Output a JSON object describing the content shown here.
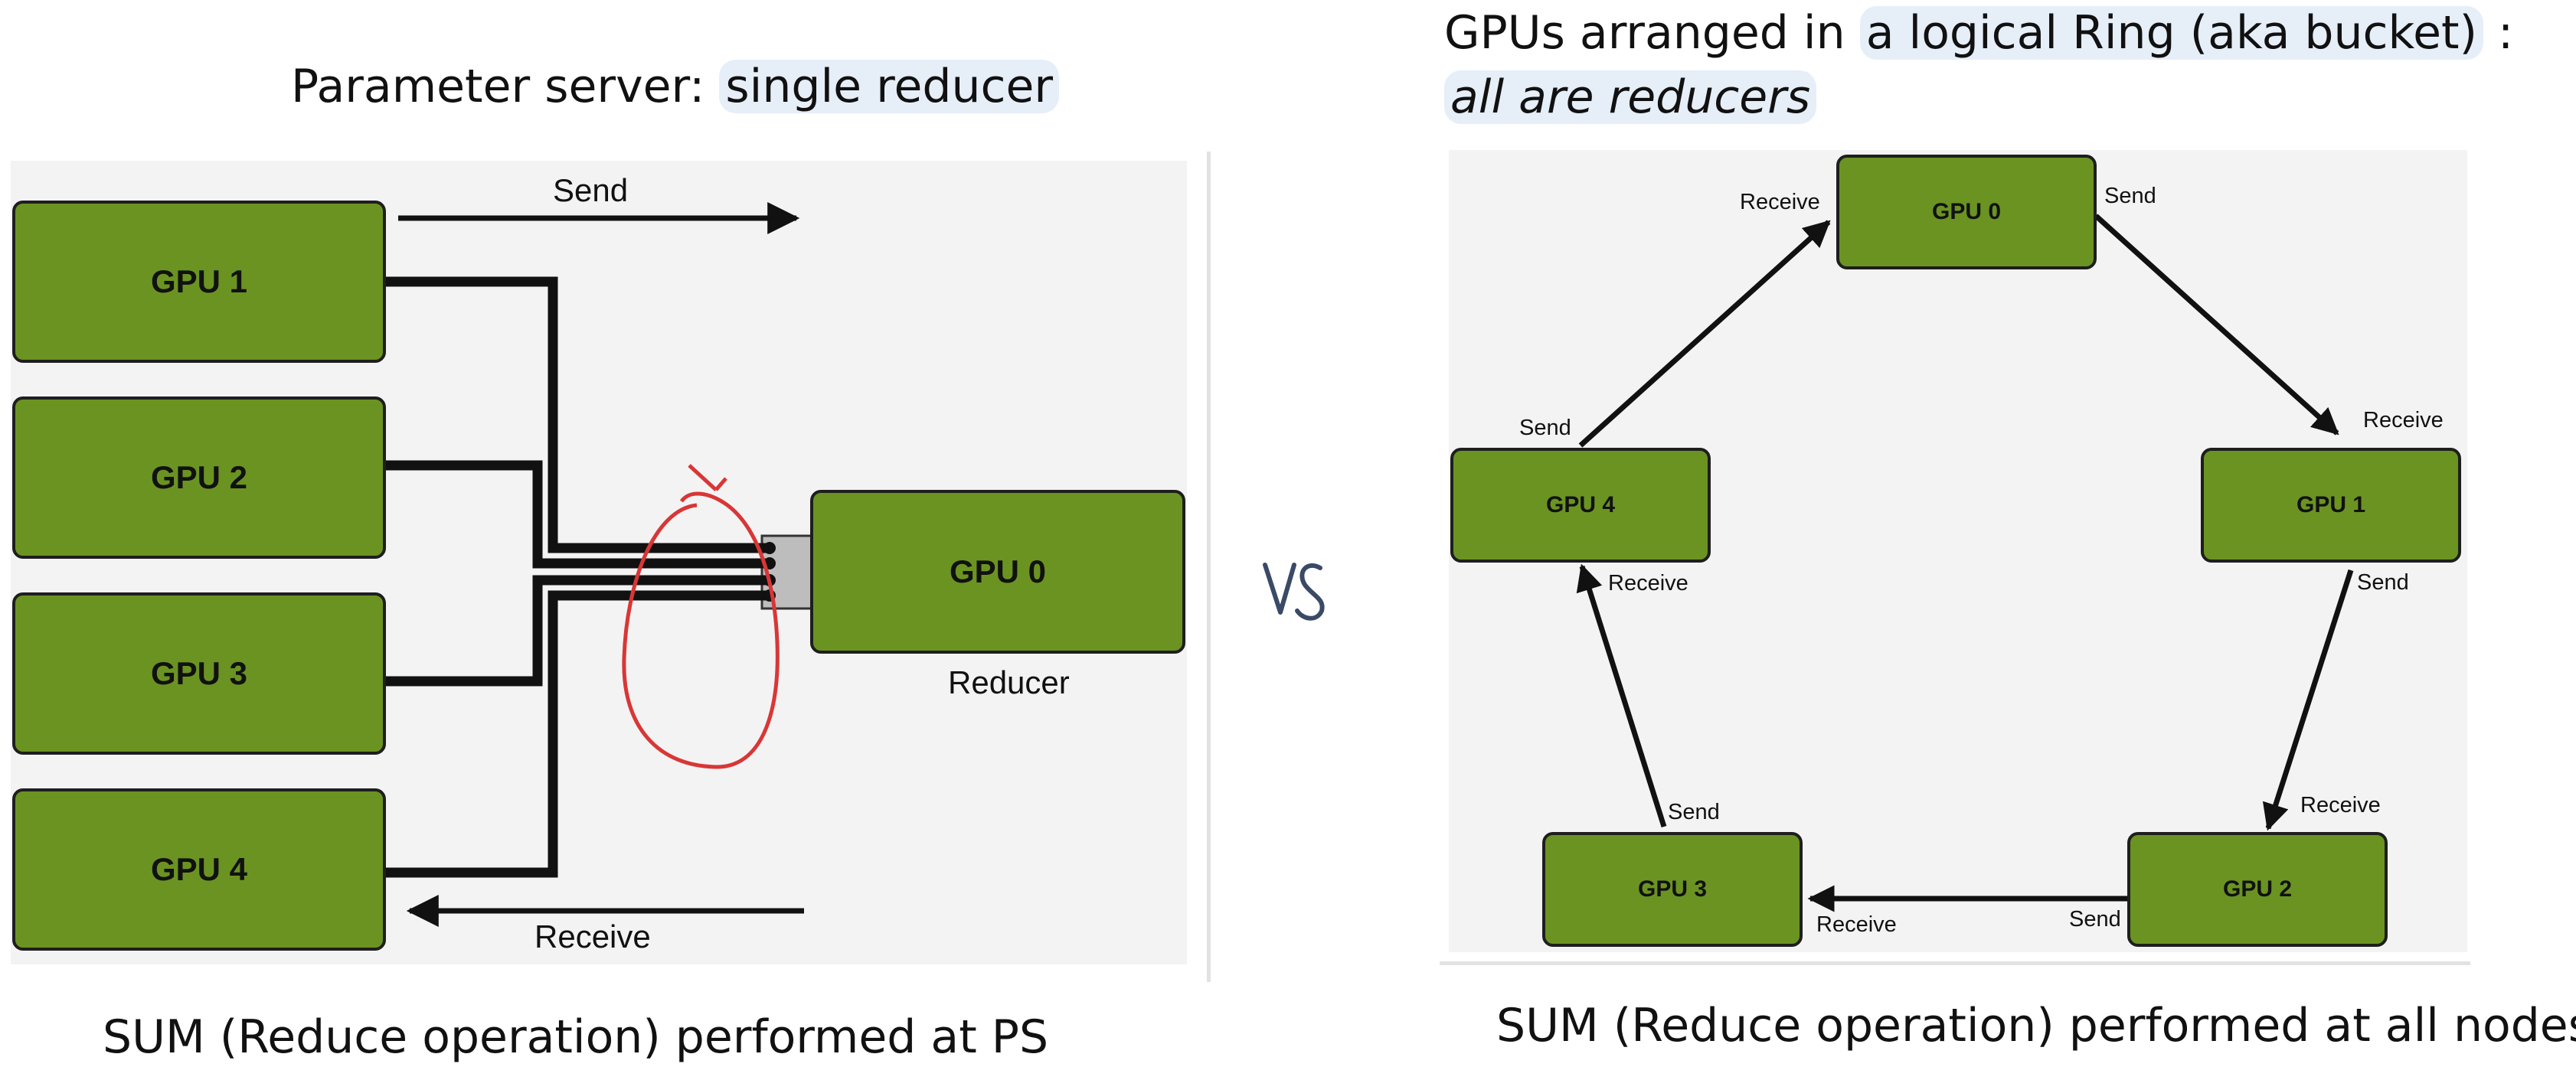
{
  "left": {
    "title_prefix": "Parameter server: ",
    "title_highlight": "single reducer",
    "nodes": [
      "GPU 1",
      "GPU 2",
      "GPU 3",
      "GPU 4"
    ],
    "reducer_node": "GPU 0",
    "reducer_label": "Reducer",
    "send_label": "Send",
    "receive_label": "Receive",
    "caption": "SUM (Reduce operation) performed at PS"
  },
  "vs_label": "VS",
  "right": {
    "title_prefix": "GPUs arranged in ",
    "title_highlight": "a logical Ring (aka bucket)",
    "title_suffix": " :",
    "subtitle": "all are reducers",
    "nodes": [
      "GPU 0",
      "GPU 1",
      "GPU 2",
      "GPU 3",
      "GPU 4"
    ],
    "send_label": "Send",
    "receive_label": "Receive",
    "caption": "SUM (Reduce operation) performed at all nodes"
  },
  "colors": {
    "node_fill": "#6b9322",
    "highlight": "#e6eef8",
    "annotation": "#d93636",
    "vs": "#3a4a66"
  }
}
